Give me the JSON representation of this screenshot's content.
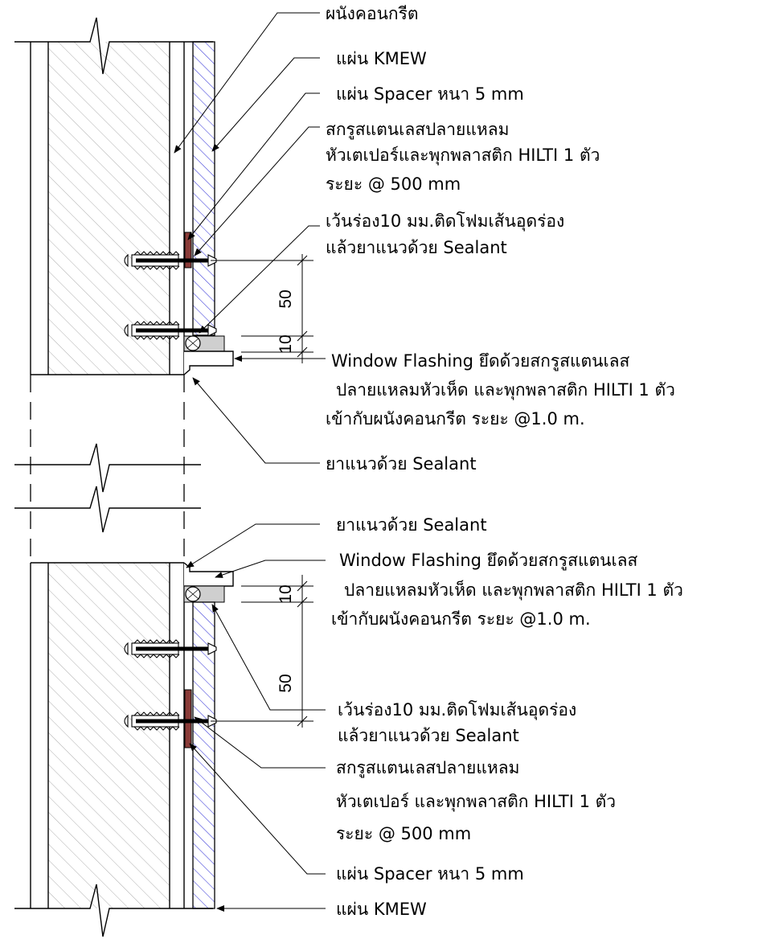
{
  "top_detail": {
    "concrete_wall": "ผนังคอนกรีต",
    "kmew_board": "แผ่น KMEW",
    "spacer": "แผ่น Spacer หนา 5 mm",
    "screw": [
      "สกรูสแตนเลสปลายแหลม",
      "หัวเตเปอร์และพุกพลาสติก HILTI 1 ตัว",
      "ระยะ @ 500 mm"
    ],
    "groove": [
      "เว้นร่อง10 มม.ติดโฟมเส้นอุดร่อง",
      "แล้วยาแนวด้วย Sealant"
    ],
    "flashing": [
      "Window Flashing ยึดด้วยสกรูสแตนเลส",
      "ปลายแหลมหัวเห็ด และพุกพลาสติก HILTI 1 ตัว",
      "เข้ากับผนังคอนกรีต ระยะ @1.0 m."
    ],
    "sealant": "ยาแนวด้วย Sealant",
    "dim_50": "50",
    "dim_10": "10"
  },
  "bottom_detail": {
    "sealant": "ยาแนวด้วย Sealant",
    "flashing": [
      "Window Flashing ยึดด้วยสกรูสแตนเลส",
      "ปลายแหลมหัวเห็ด และพุกพลาสติก HILTI 1 ตัว",
      "เข้ากับผนังคอนกรีต ระยะ @1.0 m."
    ],
    "groove": [
      "เว้นร่อง10 มม.ติดโฟมเส้นอุดร่อง",
      "แล้วยาแนวด้วย Sealant"
    ],
    "screw": [
      "สกรูสแตนเลสปลายแหลม",
      "หัวเตเปอร์ และพุกพลาสติก HILTI 1 ตัว",
      "ระยะ @ 500 mm"
    ],
    "spacer": "แผ่น Spacer หนา 5 mm",
    "kmew_board": "แผ่น KMEW",
    "dim_10": "10",
    "dim_50": "50"
  },
  "colors": {
    "line": "#000000",
    "spacer_fill": "#8a3b38",
    "sealant_fill": "#cfcfcf",
    "hatch": "#3a3ad8"
  }
}
